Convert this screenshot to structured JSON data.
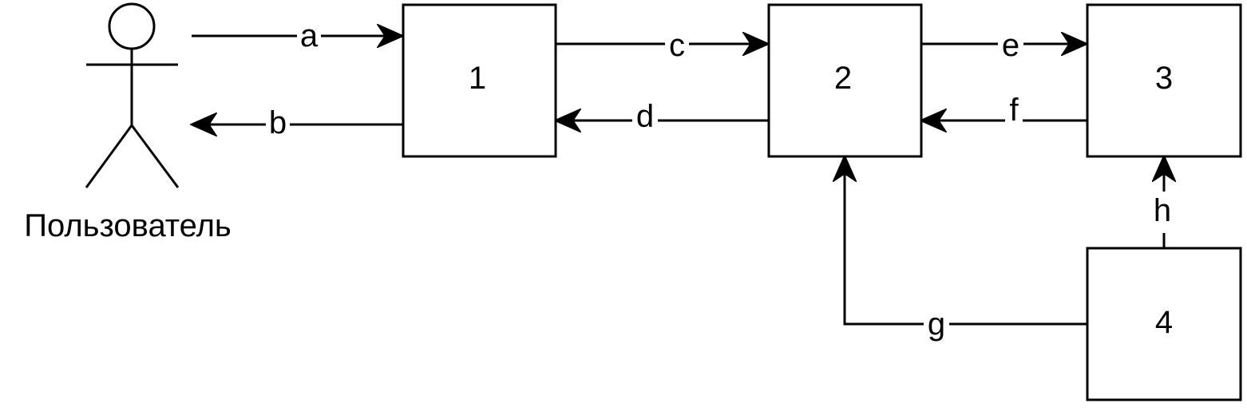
{
  "actor": {
    "label": "Пользователь"
  },
  "boxes": {
    "b1": "1",
    "b2": "2",
    "b3": "3",
    "b4": "4"
  },
  "edges": {
    "a": "a",
    "b": "b",
    "c": "c",
    "d": "d",
    "e": "e",
    "f": "f",
    "g": "g",
    "h": "h"
  },
  "colors": {
    "stroke": "#000000",
    "background": "#ffffff"
  }
}
